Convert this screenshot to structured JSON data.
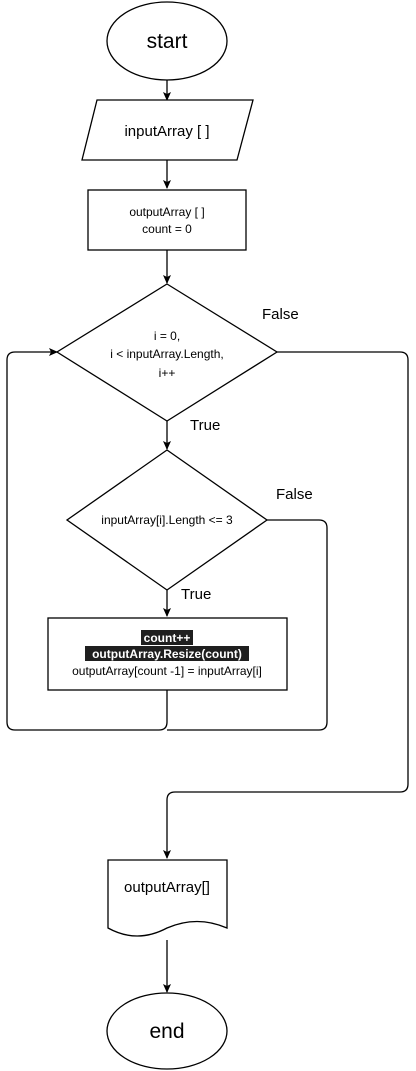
{
  "nodes": {
    "start": "start",
    "input": "inputArray [ ]",
    "init": [
      "outputArray [ ]",
      "count = 0"
    ],
    "loop": [
      "i = 0,",
      "i < inputArray.Length,",
      "i++"
    ],
    "condition": "inputArray[i].Length <= 3",
    "body": [
      "count++",
      "outputArray.Resize(count)",
      "outputArray[count -1] = inputArray[i]"
    ],
    "output": "outputArray[]",
    "end": "end"
  },
  "edges": {
    "loop_false": "False",
    "loop_true": "True",
    "cond_false": "False",
    "cond_true": "True"
  }
}
